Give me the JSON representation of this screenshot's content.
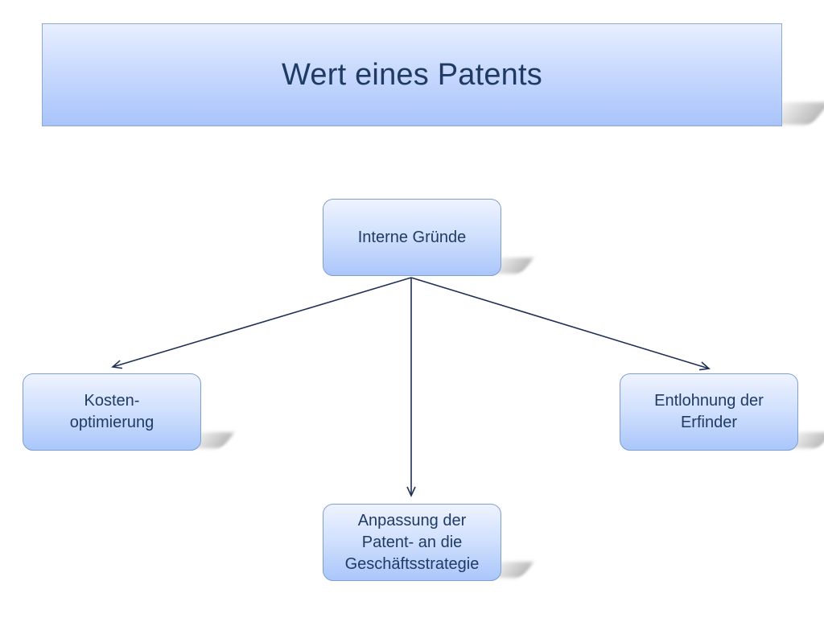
{
  "title": "Wert eines Patents",
  "nodes": {
    "root": "Interne Gründe",
    "left": "Kosten-\noptimierung",
    "center": "Anpassung der\nPatent- an die\nGeschäftsstrategie",
    "right": "Entlohnung der\nErfinder"
  },
  "edges": [
    {
      "from": "root",
      "to": "left"
    },
    {
      "from": "root",
      "to": "center"
    },
    {
      "from": "root",
      "to": "right"
    }
  ],
  "colors": {
    "box_gradient_top": "#eef3ff",
    "box_gradient_bottom": "#aac6fb",
    "box_border": "#7f9fcf",
    "text": "#1f3b64",
    "arrow": "#1f2f55"
  }
}
